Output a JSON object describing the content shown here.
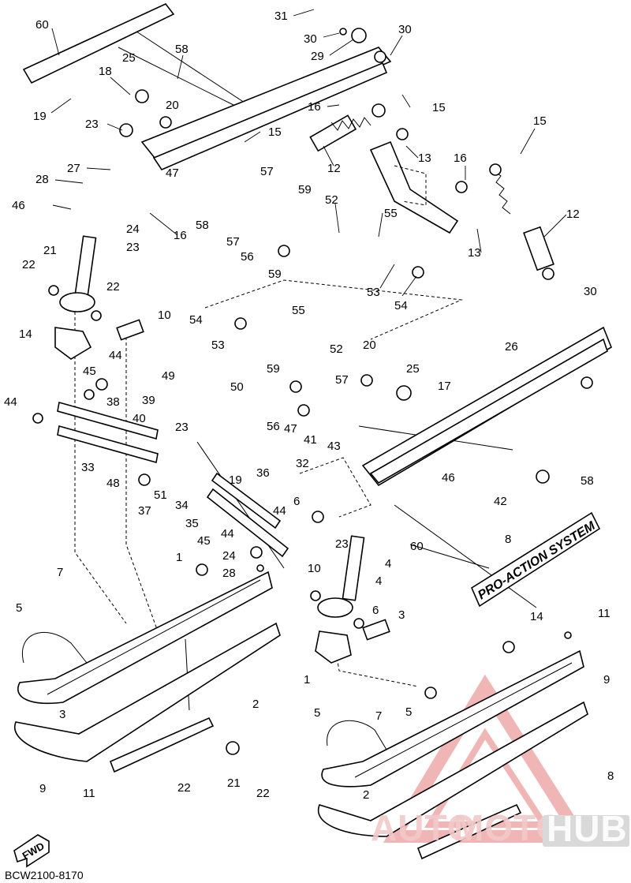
{
  "diagram_code": "BCW2100-8170",
  "fwd_label": "FWD",
  "decal_text": "PRO-ACTION SYSTEM",
  "watermark": {
    "auto": "AUTO",
    "moto": "MOTO",
    "hub": "HUB",
    "color": "#d92b2b"
  },
  "callouts": [
    "60",
    "31",
    "30",
    "30",
    "29",
    "58",
    "25",
    "18",
    "19",
    "20",
    "23",
    "15",
    "16",
    "15",
    "27",
    "28",
    "46",
    "16",
    "47",
    "58",
    "57",
    "12",
    "13",
    "16",
    "15",
    "24",
    "23",
    "59",
    "52",
    "55",
    "12",
    "13",
    "57",
    "56",
    "59",
    "53",
    "54",
    "21",
    "22",
    "22",
    "14",
    "10",
    "54",
    "55",
    "53",
    "52",
    "30",
    "26",
    "20",
    "25",
    "17",
    "44",
    "45",
    "44",
    "38",
    "39",
    "40",
    "49",
    "50",
    "59",
    "57",
    "56",
    "47",
    "41",
    "43",
    "33",
    "48",
    "23",
    "19",
    "46",
    "58",
    "32",
    "42",
    "36",
    "51",
    "34",
    "37",
    "35",
    "45",
    "44",
    "44",
    "6",
    "24",
    "28",
    "23",
    "60",
    "4",
    "8",
    "1",
    "7",
    "5",
    "3",
    "2",
    "9",
    "11",
    "22",
    "21",
    "22",
    "10",
    "4",
    "6",
    "3",
    "14",
    "11",
    "9",
    "1",
    "7",
    "5",
    "5",
    "2",
    "8"
  ]
}
